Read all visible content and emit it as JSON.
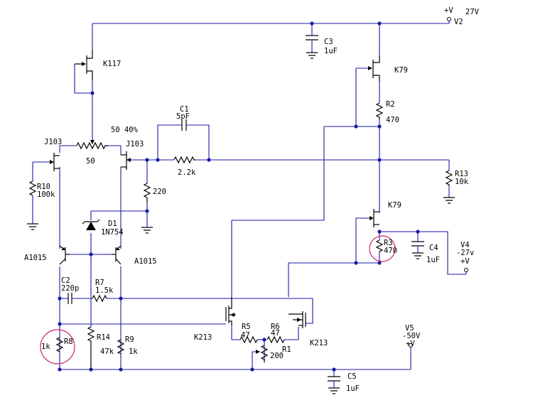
{
  "rails": {
    "v_plus_symbol": "+V",
    "v_plus_value": "27V",
    "v_plus_name": "V2"
  },
  "components": {
    "k117": "K117",
    "c3_name": "C3",
    "c3_value": "1uF",
    "k79_top": "K79",
    "r2_name": "R2",
    "r2_value": "470",
    "c1_name": "C1",
    "c1_value": "5pF",
    "pot_setting": "50 40%",
    "j103_left": "J103",
    "j103_right": "J103",
    "pot_value": "50",
    "r_feedback_value": "2.2k",
    "r13_name": "R13",
    "r13_value": "10k",
    "r10_name": "R10",
    "r10_value": "100k",
    "r220_value": "220",
    "d1_name": "D1",
    "d1_value": "1N754",
    "k79_bottom": "K79",
    "a1015_left": "A1015",
    "a1015_right": "A1015",
    "r3_name": "R3",
    "r3_value": "470",
    "c4_name": "C4",
    "c4_value": "1uF",
    "v4_name": "V4",
    "v4_value": "-27v",
    "v4_symbol": "+V",
    "c2_name": "C2",
    "c2_value": "220p",
    "r7_name": "R7",
    "r7_value": "1.5k",
    "r5_name": "R5",
    "r5_value": "47",
    "r6_name": "R6",
    "r6_value": "47",
    "k213_left": "K213",
    "k213_right": "K213",
    "r1_name": "R1",
    "r1_value": "200",
    "v5_name": "V5",
    "v5_value": "-50V",
    "v5_symbol": "+V",
    "r8_value": "1k",
    "r8_name": "R8",
    "r14_name": "R14",
    "r14_value": "47k",
    "r9_name": "R9",
    "r9_value": "1k",
    "c5_name": "C5",
    "c5_value": "1uF"
  },
  "colors": {
    "wire": "#1a1aa8",
    "component": "#000000",
    "highlight": "#cc2277"
  }
}
